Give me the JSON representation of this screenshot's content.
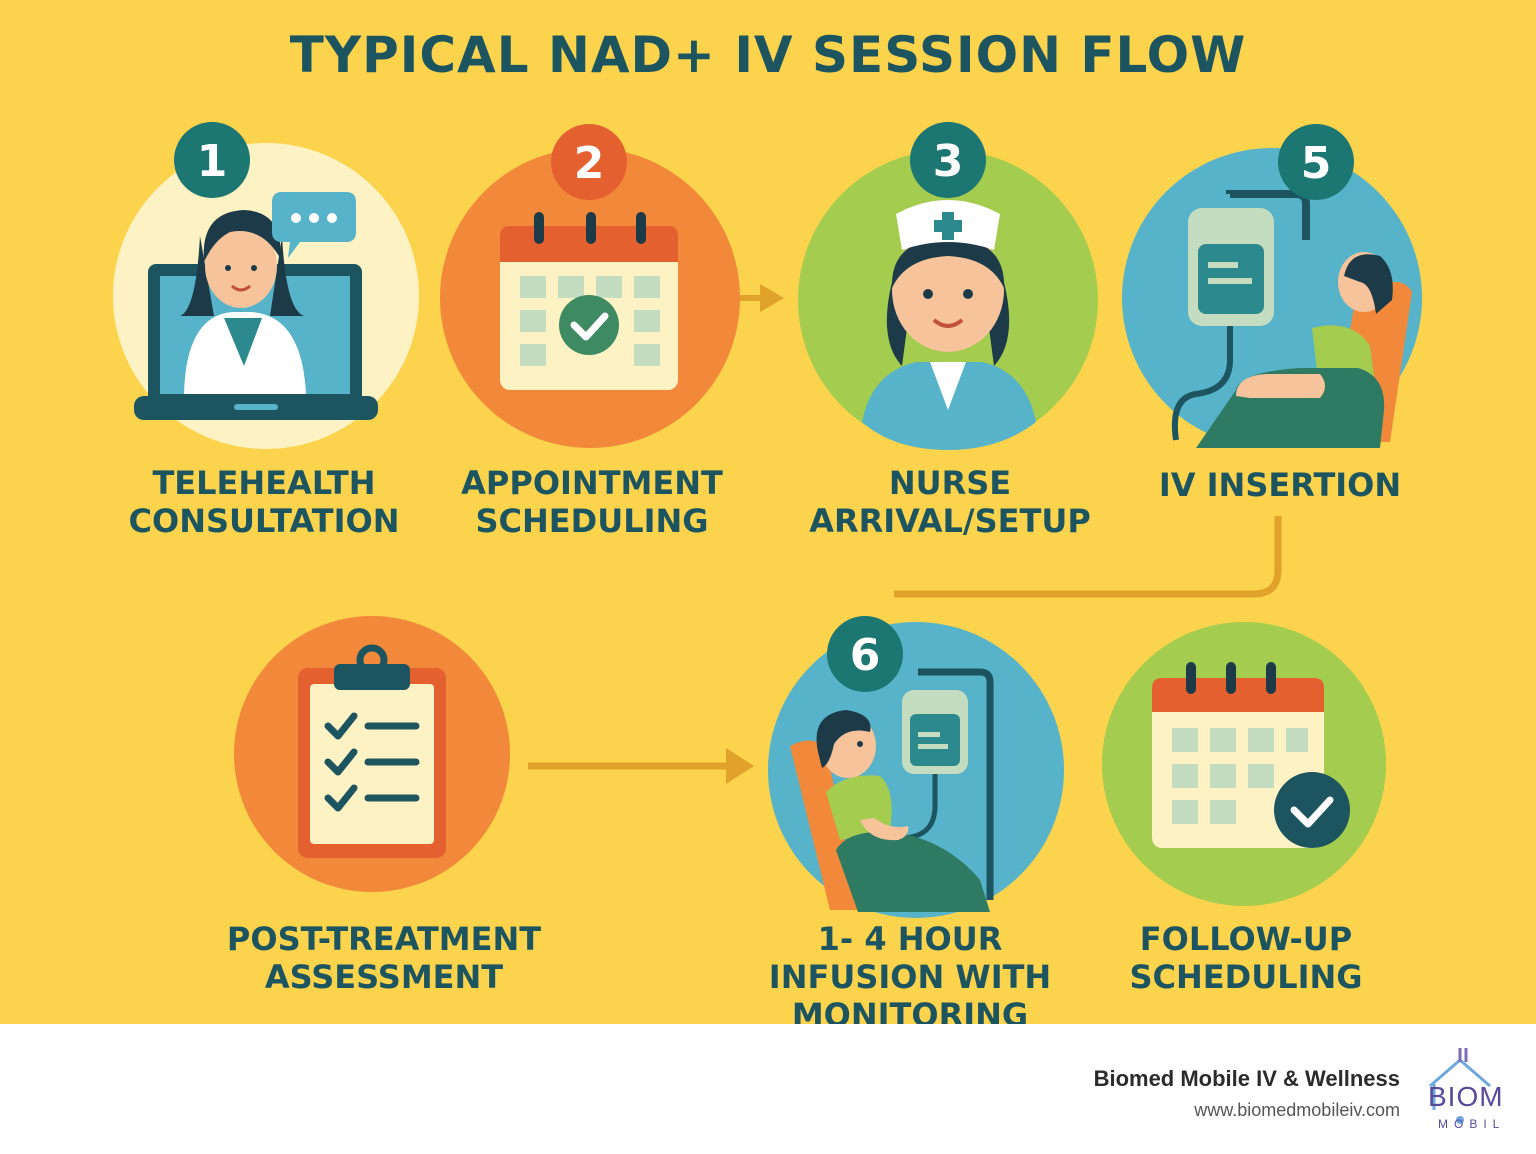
{
  "title": "TYPICAL NAD+ IV SESSION FLOW",
  "steps": [
    {
      "number": "1",
      "line1": "TELEHEALTH",
      "line2": "CONSULTATION",
      "line3": "",
      "icon": "telehealth-laptop-icon"
    },
    {
      "number": "2",
      "line1": "APPOINTMENT",
      "line2": "SCHEDULING",
      "line3": "",
      "icon": "calendar-check-icon"
    },
    {
      "number": "3",
      "line1": "NURSE",
      "line2": "ARRIVAL/SETUP",
      "line3": "",
      "icon": "nurse-icon"
    },
    {
      "number": "5",
      "line1": "IV INSERTION",
      "line2": "",
      "line3": "",
      "icon": "iv-bag-icon"
    },
    {
      "number": "",
      "line1": "POST-TREATMENT",
      "line2": "ASSESSMENT",
      "line3": "",
      "icon": "clipboard-checklist-icon"
    },
    {
      "number": "6",
      "line1": "1- 4 HOUR",
      "line2": "INFUSION WITH",
      "line3": "MONITORING",
      "icon": "infusion-monitoring-icon"
    },
    {
      "number": "",
      "line1": "FOLLOW-UP",
      "line2": "SCHEDULING",
      "line3": "",
      "icon": "calendar-followup-icon"
    }
  ],
  "footer": {
    "company": "Biomed Mobile IV & Wellness",
    "url": "www.biomedmobileiv.com",
    "logo_text_top": "BIOM",
    "logo_text_bottom": "MOBIL"
  },
  "colors": {
    "background": "#fbd34d",
    "text": "#1c5560",
    "orange": "#f2883a",
    "teal_circle": "#56b3c9",
    "green_circle": "#a4cc4f",
    "cream": "#fdf2c4",
    "arrow": "#e0a22b"
  }
}
